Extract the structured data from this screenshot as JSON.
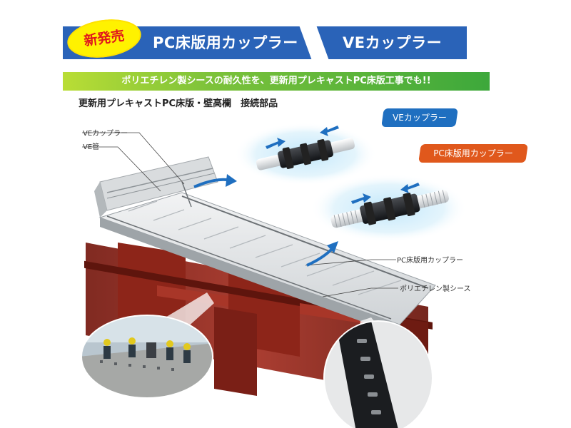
{
  "header": {
    "badge": "新発売",
    "title_1": "PC床版用カップラー",
    "title_2": "VEカップラー"
  },
  "band": {
    "text": "ポリエチレン製シースの耐久性を、更新用プレキャストPC床版工事でも!!"
  },
  "section_title": "更新用プレキャストPC床版・壁高欄　接続部品",
  "callouts": {
    "ve_coupler": "VEカップラー",
    "pc_coupler": "PC床版用カップラー"
  },
  "labels": {
    "ve_coupler": "VEカップラー",
    "ve_pipe": "VE管",
    "pc_coupler": "PC床版用カップラー",
    "pe_sheath": "ポリエチレン製シース"
  },
  "colors": {
    "banner_blue": "#2a63b8",
    "badge_yellow": "#fff200",
    "badge_red": "#e0161d",
    "band_green": "#3da83b",
    "ve_callout": "#1f6fc0",
    "pc_callout": "#e0581c",
    "girder_red": "#9b2a1e"
  }
}
